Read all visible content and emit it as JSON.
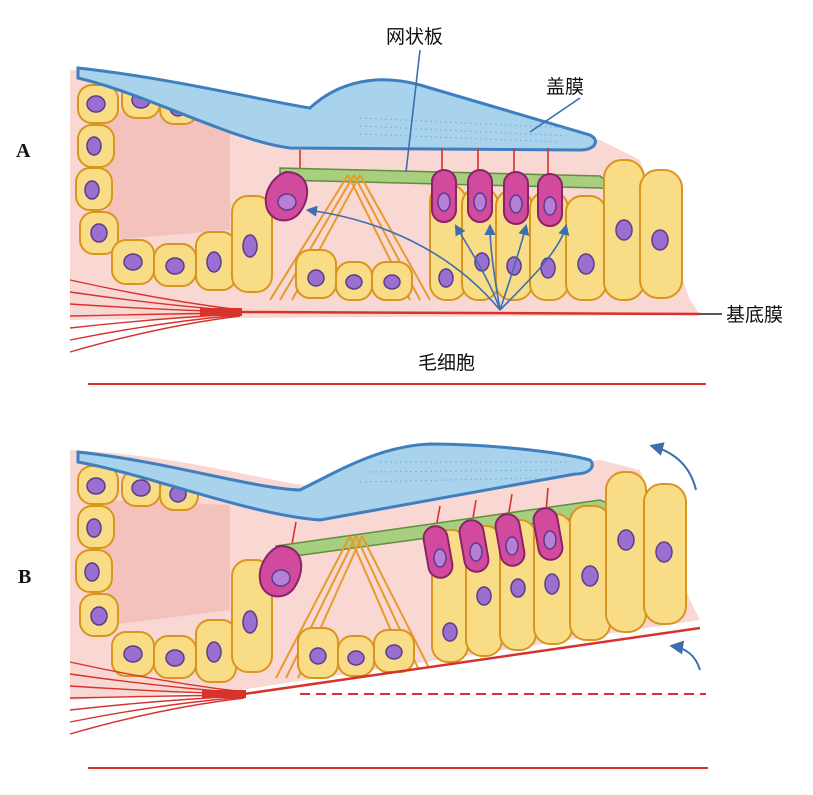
{
  "panels": [
    {
      "label": "A",
      "state": "rest"
    },
    {
      "label": "B",
      "state": "basilar membrane displaced upward"
    }
  ],
  "labels": {
    "reticular_lamina": "网状板",
    "tectorial_membrane": "盖膜",
    "basilar_membrane": "基底膜",
    "hair_cells": "毛细胞"
  },
  "colors": {
    "tectorial_membrane": "#9ccbe6",
    "tectorial_outline": "#3f7fc0",
    "supporting_cell": "#f8dd86",
    "cell_outline": "#d9951e",
    "nucleus": "#9b6fcf",
    "hair_cell": "#d24a9e",
    "reticular_lamina": "#a7cf7f",
    "pillar": "#e79a2e",
    "fluid": "#f7cdc8",
    "basilar_line": "#d8322e",
    "arrow": "#3d6fb0"
  }
}
